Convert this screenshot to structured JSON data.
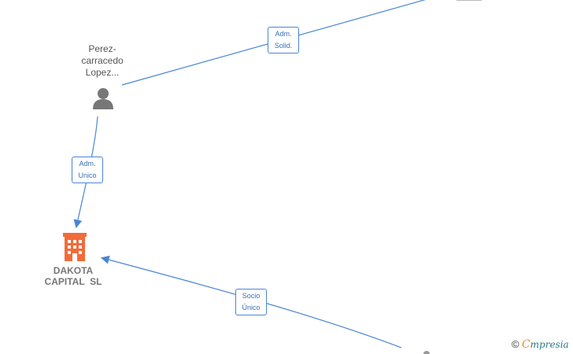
{
  "nodes": {
    "person_main": {
      "label_lines": [
        "Perez-",
        "carracedo",
        "Lopez..."
      ]
    },
    "company": {
      "name_lines": [
        "DAKOTA",
        "CAPITAL  SL"
      ]
    }
  },
  "edges": {
    "adm_solid": {
      "lines": [
        "Adm.",
        "Solid."
      ]
    },
    "adm_unico": {
      "lines": [
        "Adm.",
        "Unico"
      ]
    },
    "socio_unico": {
      "lines": [
        "Socio",
        "Único"
      ]
    }
  },
  "colors": {
    "edge": "#4a86d4",
    "person_icon": "#777777",
    "company_icon": "#f26b3a"
  },
  "watermark": {
    "copyright": "©",
    "brand_first": "C",
    "brand_rest": "mpresia"
  }
}
